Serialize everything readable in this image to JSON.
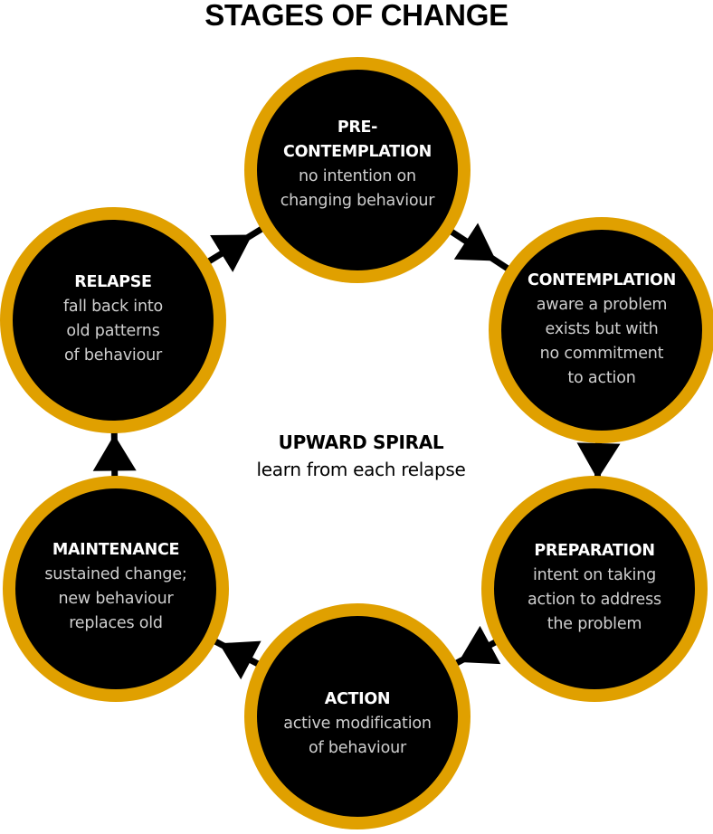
{
  "title": "STAGES OF CHANGE",
  "colors": {
    "ring": "#E0A000",
    "circle_fill": "#000000",
    "stage_name": "#FFFFFF",
    "stage_desc": "#CFCFCF",
    "arrow": "#000000"
  },
  "stages": [
    {
      "id": "pre-contemplation",
      "name_lines": [
        "PRE-",
        "CONTEMPLATION"
      ],
      "desc_lines": [
        "no intention on",
        "changing behaviour"
      ]
    },
    {
      "id": "contemplation",
      "name_lines": [
        "CONTEMPLATION"
      ],
      "desc_lines": [
        "aware a problem",
        "exists but with",
        "no commitment",
        "to action"
      ]
    },
    {
      "id": "preparation",
      "name_lines": [
        "PREPARATION"
      ],
      "desc_lines": [
        "intent on taking",
        "action to address",
        "the problem"
      ]
    },
    {
      "id": "action",
      "name_lines": [
        "ACTION"
      ],
      "desc_lines": [
        "active modification",
        "of behaviour"
      ]
    },
    {
      "id": "maintenance",
      "name_lines": [
        "MAINTENANCE"
      ],
      "desc_lines": [
        "sustained change;",
        "new behaviour",
        "replaces old"
      ]
    },
    {
      "id": "relapse",
      "name_lines": [
        "RELAPSE"
      ],
      "desc_lines": [
        "fall back into",
        "old patterns",
        "of behaviour"
      ]
    }
  ],
  "cycle_order": [
    "pre-contemplation",
    "contemplation",
    "preparation",
    "action",
    "maintenance",
    "relapse",
    "pre-contemplation"
  ],
  "center": {
    "title": "UPWARD SPIRAL",
    "subtitle": "learn from each relapse"
  }
}
